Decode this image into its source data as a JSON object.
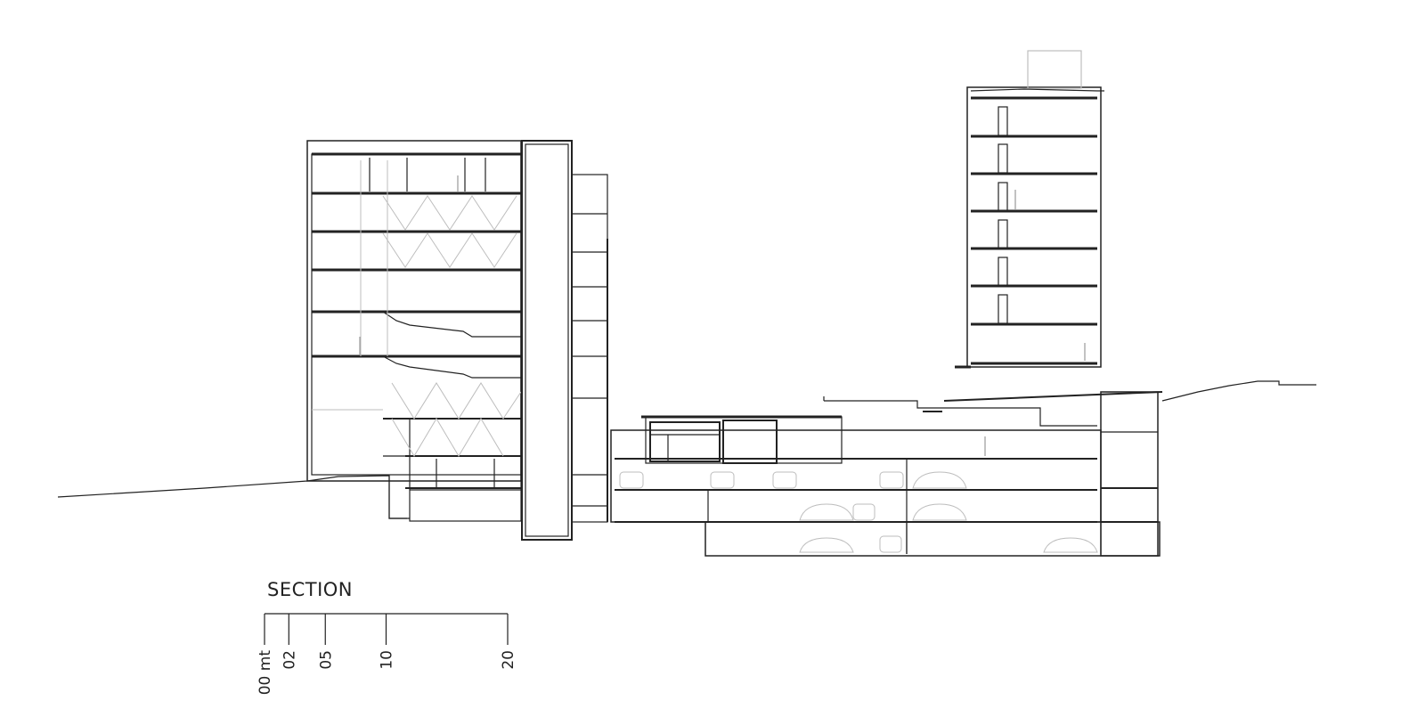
{
  "title": "SECTION",
  "scale_bar": {
    "ticks": [
      {
        "value": 0,
        "label": "00 mt"
      },
      {
        "value": 2,
        "label": "02"
      },
      {
        "value": 5,
        "label": "05"
      },
      {
        "value": 10,
        "label": "10"
      },
      {
        "value": 20,
        "label": "20"
      }
    ]
  },
  "colors": {
    "line": "#222222",
    "light_line": "#bdbdbd",
    "background": "#ffffff"
  }
}
